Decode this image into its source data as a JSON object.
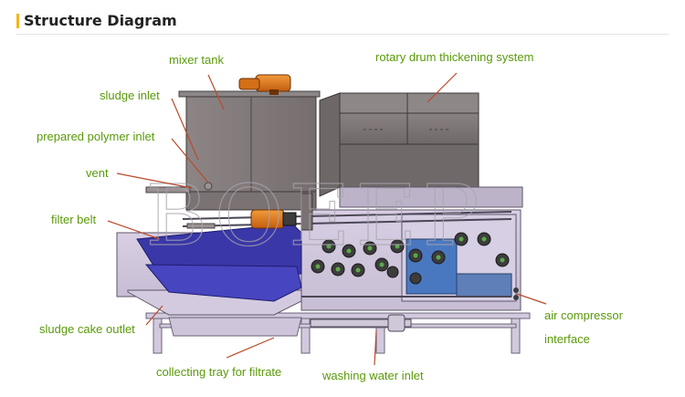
{
  "header": {
    "title": "Structure Diagram"
  },
  "watermark": "BOEEP",
  "colors": {
    "label": "#5a9a0a",
    "accent": "#f2b51d",
    "leader": "#b84a2b",
    "belt": "#3a37a8",
    "motor": "#e07a1a"
  },
  "labels": {
    "mixer_tank": "mixer tank",
    "rotary_drum": "rotary drum thickening system",
    "sludge_inlet": "sludge inlet",
    "polymer_inlet": "prepared polymer inlet",
    "vent": "vent",
    "filter_belt": "filter belt",
    "sludge_cake_outlet": "sludge cake outlet",
    "collecting_tray": "collecting tray for filtrate",
    "washing_water_inlet": "washing water inlet",
    "air_compressor_line1": "air compressor",
    "air_compressor_line2": "interface"
  },
  "plate_text": {
    "left": "▭ ▭ ▭ ▭",
    "right": "▭ ▭ ▭ ▭"
  }
}
